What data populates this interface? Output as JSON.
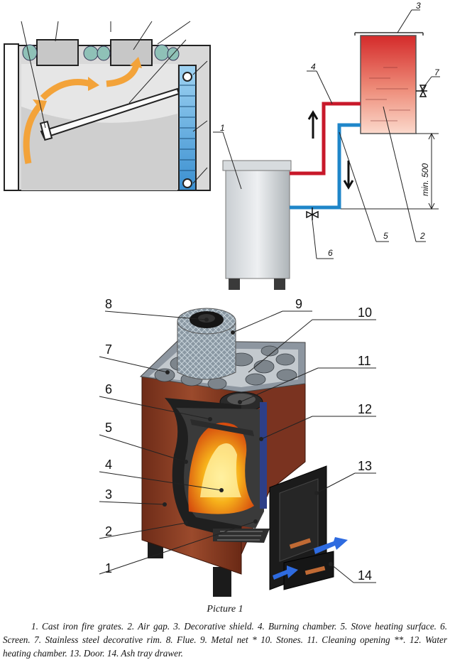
{
  "figure_top_right": {
    "labels": {
      "stove": "1",
      "tank": "2",
      "tank_cover": "3",
      "hot_pipe": "4",
      "cold_pipe": "5",
      "drain_valve": "6",
      "tap": "7"
    },
    "dimension": "min. 500"
  },
  "figure_main": {
    "labels": [
      "1",
      "2",
      "3",
      "4",
      "5",
      "6",
      "7",
      "8",
      "9",
      "10",
      "11",
      "12",
      "13",
      "14"
    ]
  },
  "caption": {
    "title": "Picture 1",
    "text": "1. Cast iron fire grates. 2. Air gap. 3. Decorative shield. 4. Burning chamber. 5. Stove heating surface. 6. Screen. 7. Stainless steel decorative rim. 8. Flue. 9. Metal net * 10. Stones. 11. Cleaning opening **. 12. Water heating chamber. 13. Door. 14. Ash tray drawer."
  },
  "colors": {
    "hot_pipe": "#c8182a",
    "cold_pipe": "#1f86c9",
    "stove_body": "#8a3b22",
    "water": "#3a8fd0",
    "flame": "#f2a215"
  }
}
